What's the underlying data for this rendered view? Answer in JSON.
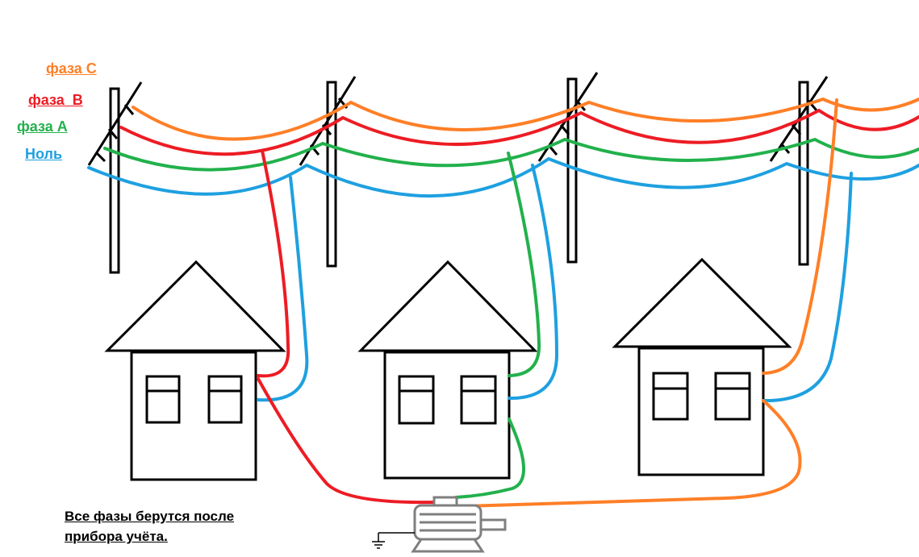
{
  "legend": {
    "phase_c": {
      "label": "фаза С",
      "color": "#ff7f27"
    },
    "phase_b": {
      "label": "фаза  В",
      "color": "#ed1c24"
    },
    "phase_a": {
      "label": "фаза А",
      "color": "#22b14c"
    },
    "neutral": {
      "label": "Ноль",
      "color": "#1ea0e0"
    }
  },
  "note": {
    "line1": "Все фазы берутся после",
    "line2": "прибора учёта."
  },
  "colors": {
    "outline": "#000000",
    "motor": "#7f7f7f"
  }
}
